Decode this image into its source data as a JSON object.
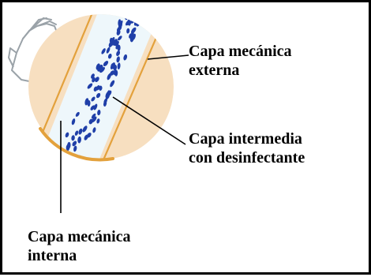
{
  "labels": {
    "outer_layer": [
      "Capa mecánica",
      "externa"
    ],
    "middle_layer": [
      "Capa intermedia",
      "con desinfectante"
    ],
    "inner_layer": [
      "Capa mecánica",
      "interna"
    ]
  },
  "colors": {
    "frame": "#000000",
    "disc_fill": "#f7dfc0",
    "disc_edge": "#e3a13c",
    "middle_band": "#eef7fb",
    "particles": "#1f3fa8",
    "glove": "#ffffff",
    "glove_outline": "#9aa2a8",
    "leader_lines": "#000000"
  },
  "icons": {
    "glove": "glove-icon"
  }
}
